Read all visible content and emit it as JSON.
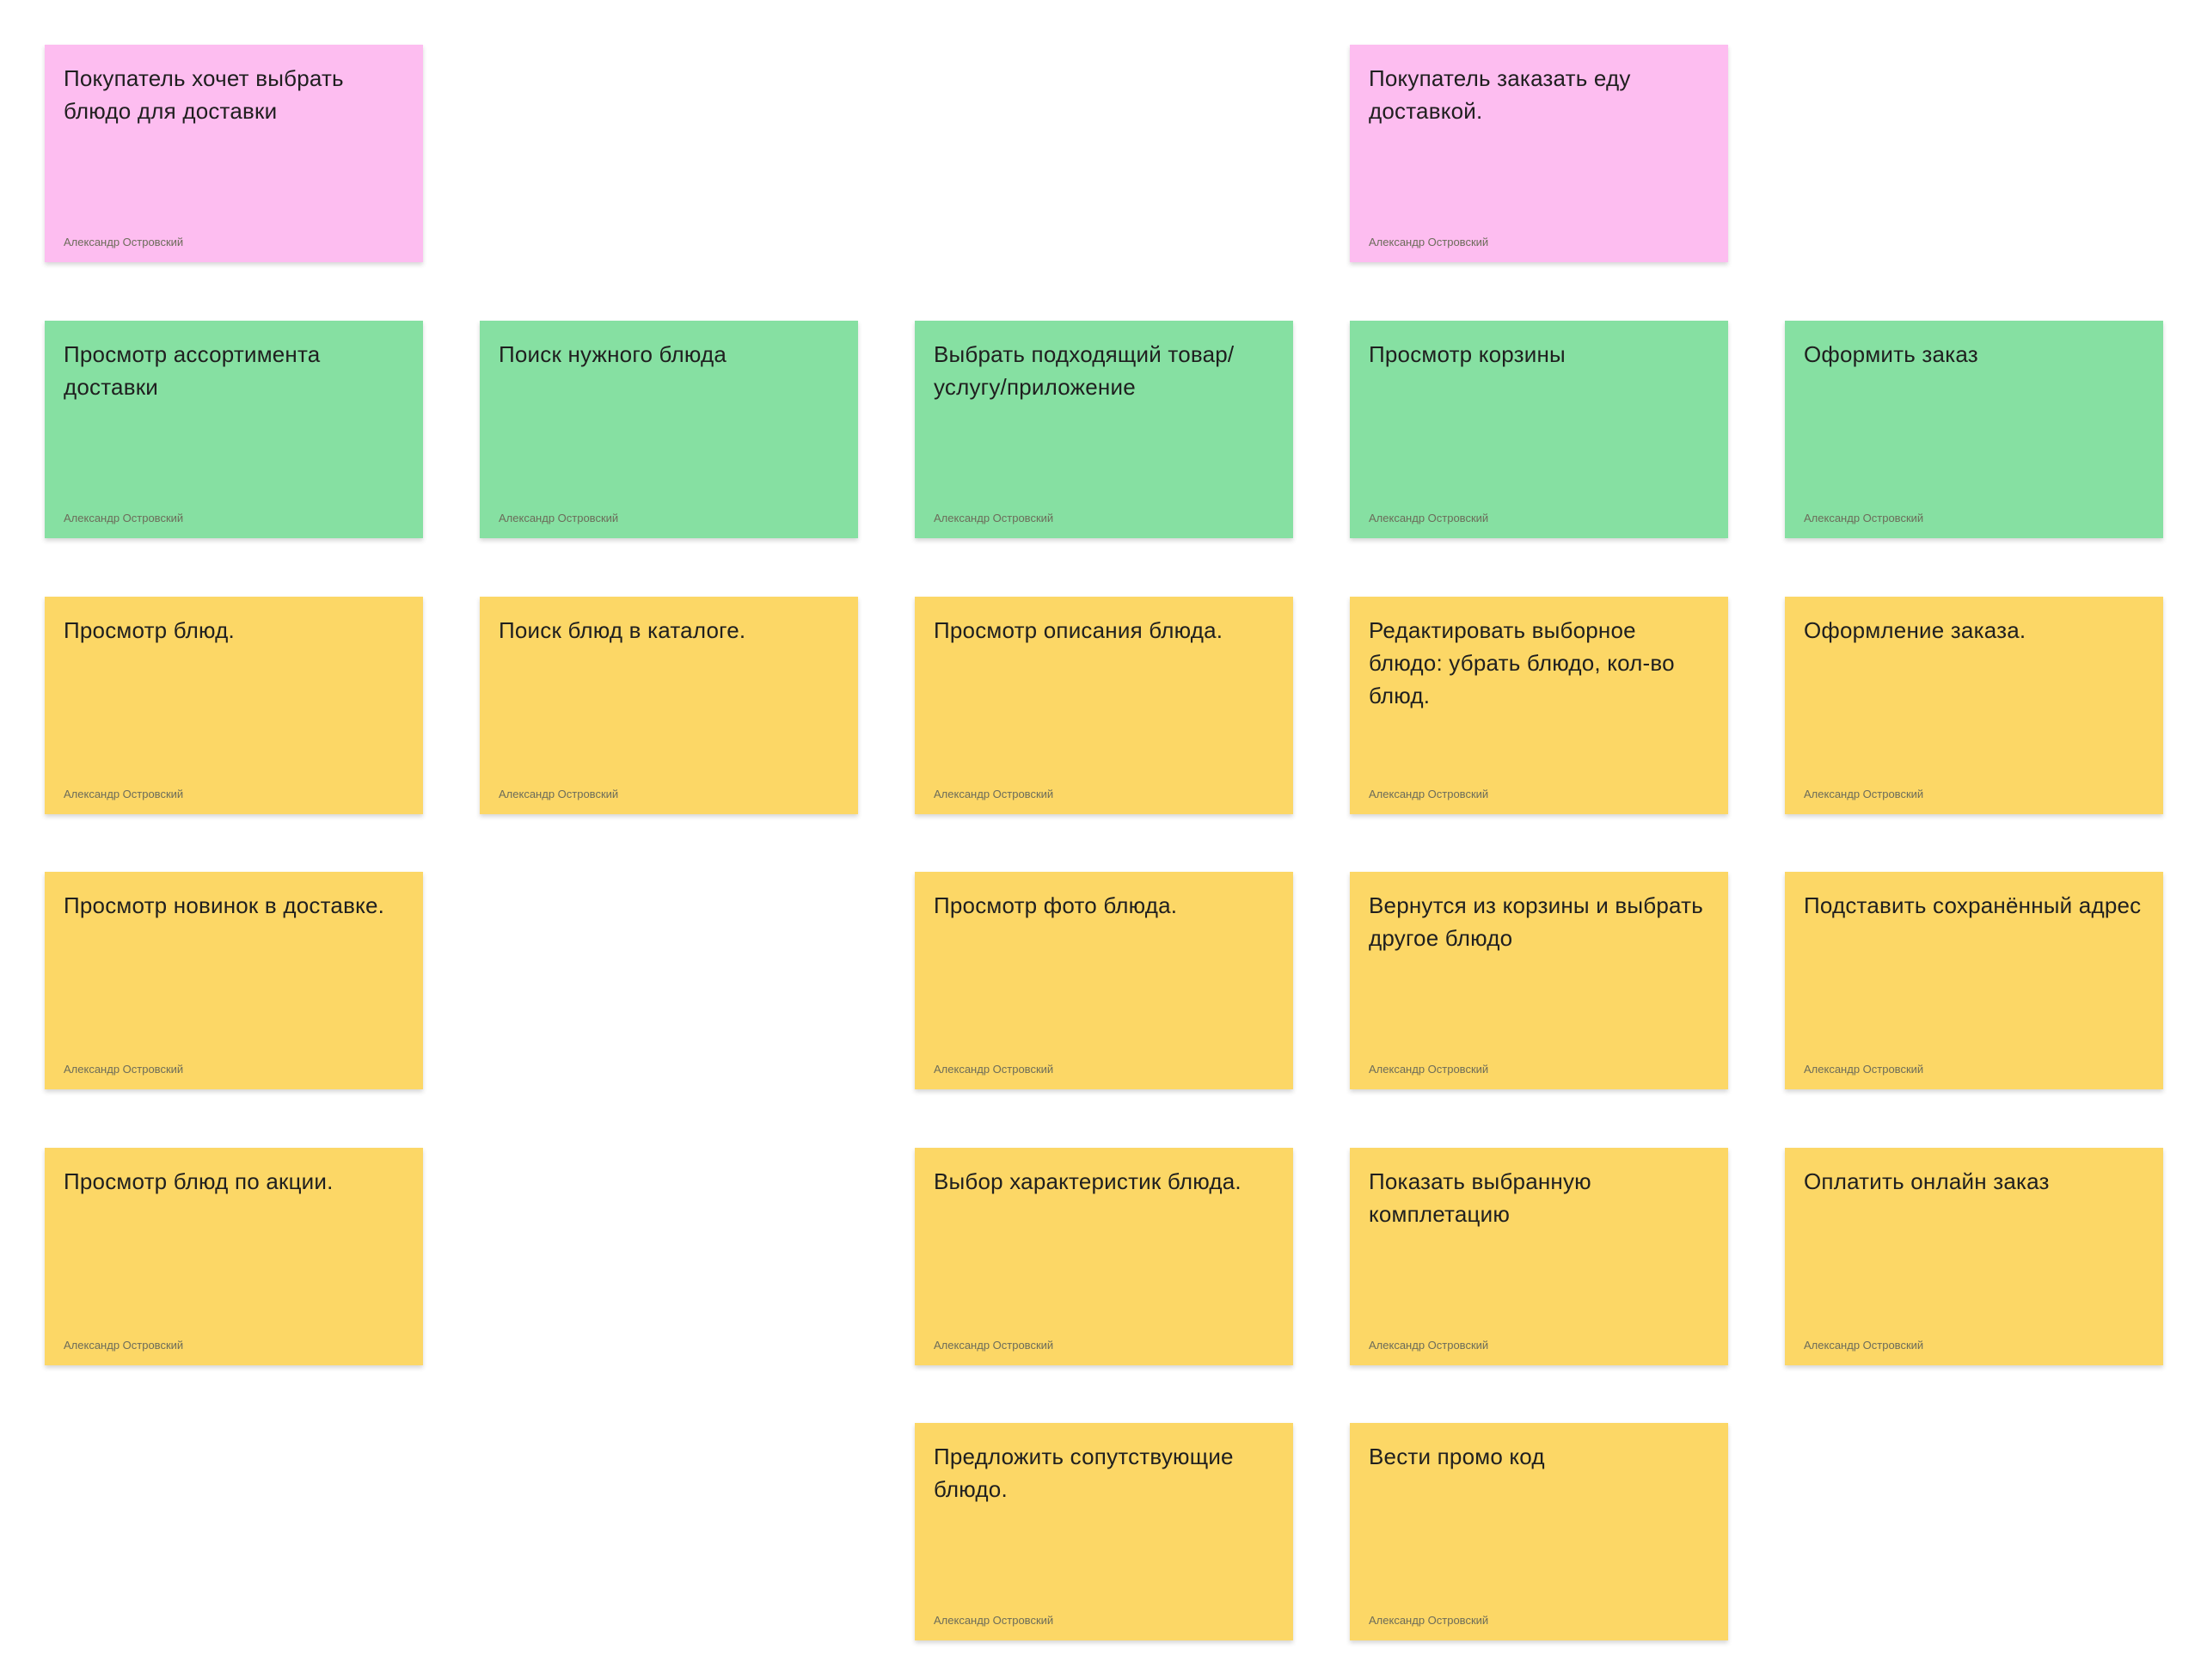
{
  "board": {
    "colors": {
      "pink": "#fdbdf0",
      "green": "#86e0a2",
      "yellow": "#fcd766"
    },
    "author": "Александр Островский",
    "rows": [
      [
        {
          "text": "Покупатель хочет выбрать блюдо для доставки",
          "color": "pink"
        },
        null,
        null,
        {
          "text": "Покупатель заказать еду доставкой.",
          "color": "pink"
        },
        null
      ],
      [
        {
          "text": "Просмотр ассортимента доставки",
          "color": "green"
        },
        {
          "text": "Поиск нужного блюда",
          "color": "green"
        },
        {
          "text": "Выбрать подходящий товар/ услугу/приложение",
          "color": "green"
        },
        {
          "text": "Просмотр корзины",
          "color": "green"
        },
        {
          "text": "Оформить заказ",
          "color": "green"
        }
      ],
      [
        {
          "text": "Просмотр блюд.",
          "color": "yellow"
        },
        {
          "text": "Поиск блюд в каталоге.",
          "color": "yellow"
        },
        {
          "text": "Просмотр описания блюда.",
          "color": "yellow"
        },
        {
          "text": "Редактировать выборное блюдо: убрать блюдо, кол-во блюд.",
          "color": "yellow"
        },
        {
          "text": "Оформление заказа.",
          "color": "yellow"
        }
      ],
      [
        {
          "text": "Просмотр новинок в доставке.",
          "color": "yellow"
        },
        null,
        {
          "text": "Просмотр фото блюда.",
          "color": "yellow"
        },
        {
          "text": "Вернутся из корзины и выбрать другое блюдо",
          "color": "yellow"
        },
        {
          "text": "Подставить сохранённый адрес",
          "color": "yellow"
        }
      ],
      [
        {
          "text": "Просмотр блюд по акции.",
          "color": "yellow"
        },
        null,
        {
          "text": "Выбор характеристик блюда.",
          "color": "yellow"
        },
        {
          "text": "Показать выбранную комплетацию",
          "color": "yellow"
        },
        {
          "text": "Оплатить онлайн заказ",
          "color": "yellow"
        }
      ],
      [
        null,
        null,
        {
          "text": "Предложить сопутствующие блюдо.",
          "color": "yellow"
        },
        {
          "text": "Вести промо код",
          "color": "yellow"
        },
        null
      ]
    ]
  }
}
